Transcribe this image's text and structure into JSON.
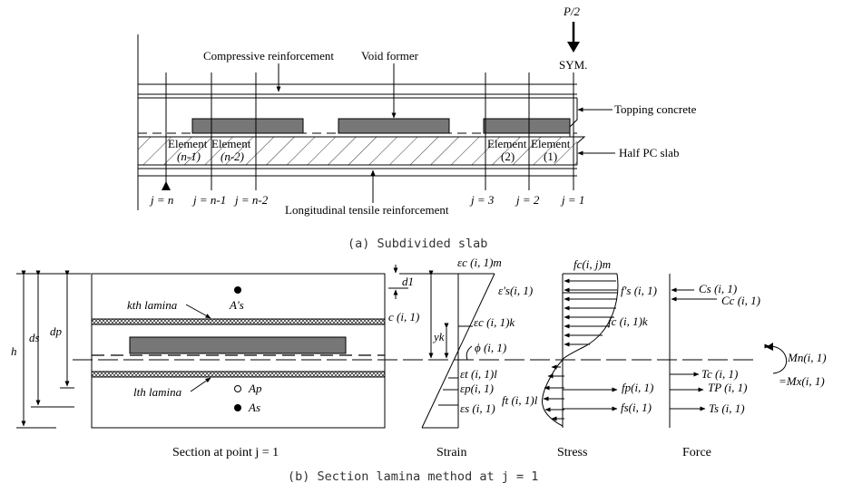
{
  "top": {
    "load": "P/2",
    "sym": "SYM.",
    "compressive": "Compressive reinforcement",
    "void": "Void former",
    "topping": "Topping concrete",
    "half_pc": "Half PC slab",
    "longitudinal": "Longitudinal tensile reinforcement",
    "element": "Element",
    "elements": [
      "(n-1)",
      "(n-2)",
      "(2)",
      "(1)"
    ],
    "j_labels": [
      "j = n",
      "j = n-1",
      "j = n-2",
      "j = 3",
      "j = 2",
      "j = 1"
    ],
    "caption": "(a) Subdivided slab"
  },
  "section": {
    "h": "h",
    "ds": "ds",
    "dp": "dp",
    "d1": "d1",
    "kth": "kth lamina",
    "lth": "lth lamina",
    "As_prime": "A's",
    "Ap": "Ap",
    "As": "As",
    "title": "Section at point j = 1"
  },
  "strain": {
    "ec_m": "εc (i, 1)m",
    "es_top": "ε's(i, 1)",
    "c": "c (i, 1)",
    "yk": "yk",
    "ec_k": "εc (i, 1)k",
    "phi": "ϕ (i, 1)",
    "et_l": "εt (i, 1)l",
    "ep": "εp(i, 1)",
    "es": "εs (i, 1)",
    "title": "Strain"
  },
  "stress": {
    "fc_m": "fc(i, j)m",
    "fs_top": "f's (i, 1)",
    "fc_k": "fc (i, 1)k",
    "ft_l": "ft (i, 1)l",
    "fp": "fp(i, 1)",
    "fs": "fs(i, 1)",
    "title": "Stress"
  },
  "force": {
    "Cs": "Cs (i, 1)",
    "Cc": "Cc (i, 1)",
    "Tc": "Tc (i, 1)",
    "Tp": "TP (i, 1)",
    "Ts": "Ts (i, 1)",
    "Mn": "Mn(i, 1)",
    "Mx": "=Mx(i, 1)",
    "title": "Force"
  },
  "caption_b": "(b) Section lamina method at j = 1"
}
